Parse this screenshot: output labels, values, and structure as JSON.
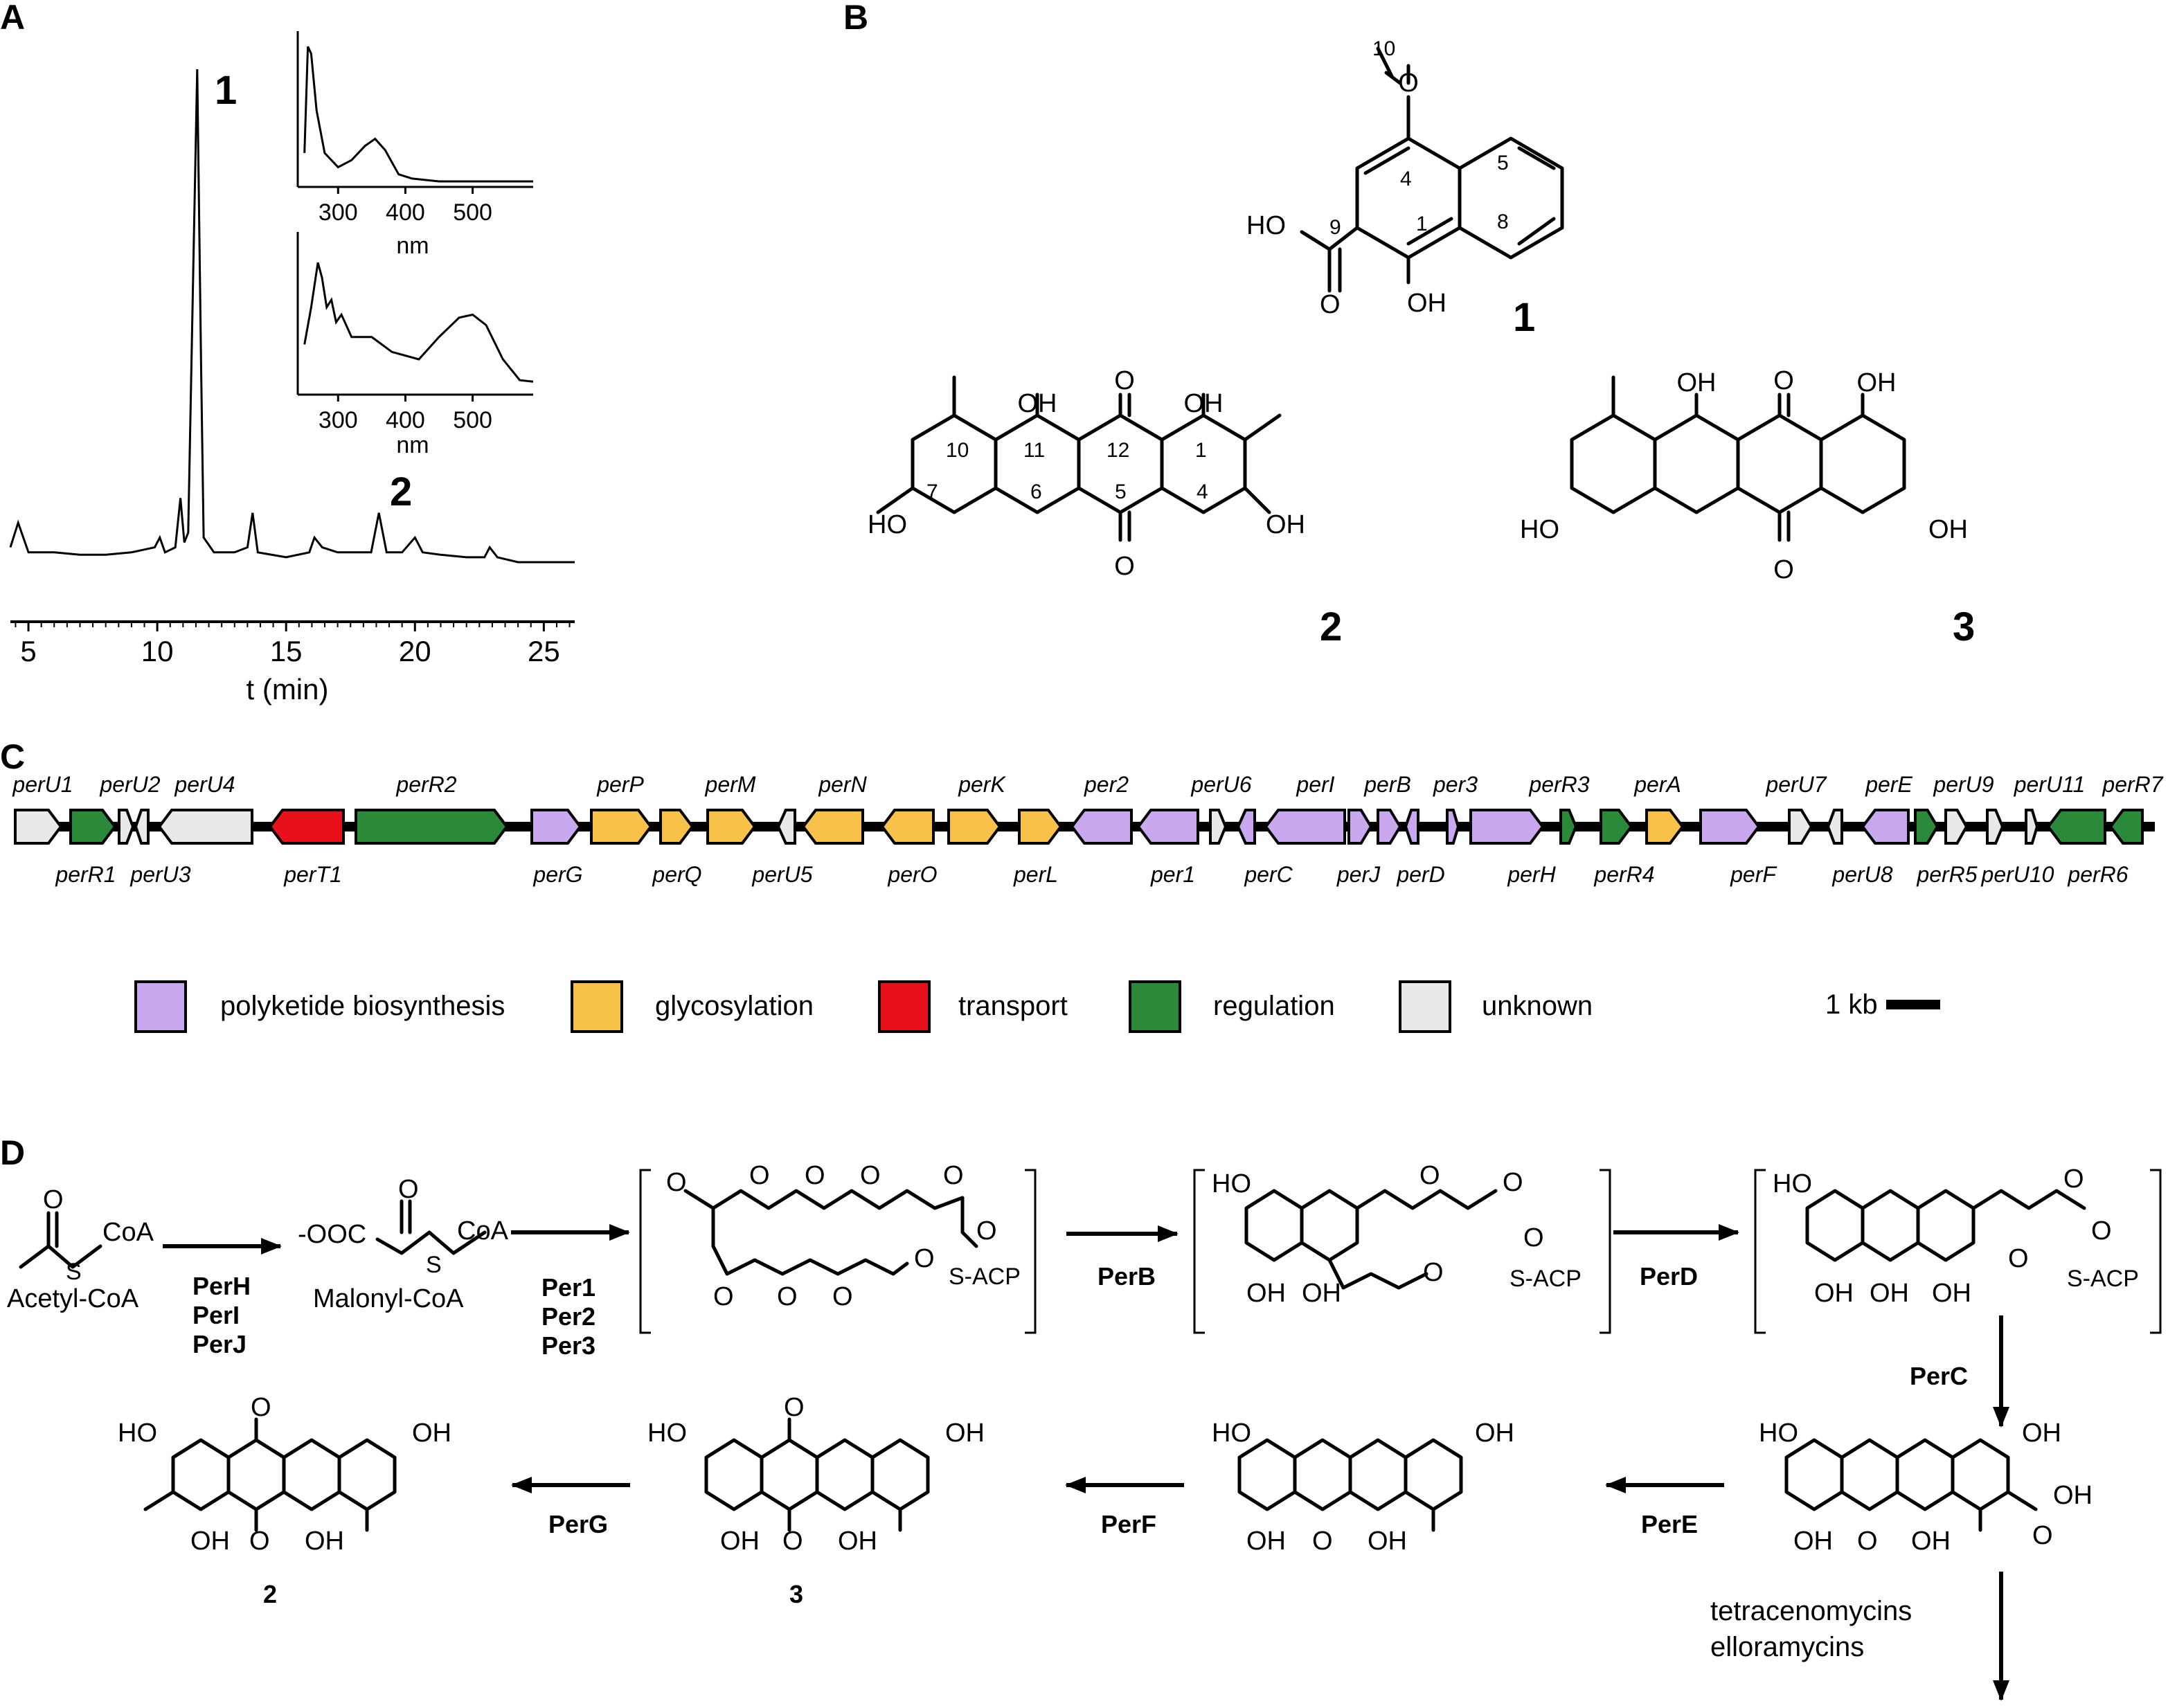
{
  "panels": {
    "a": "A",
    "b": "B",
    "c": "C",
    "d": "D"
  },
  "panel_a": {
    "chart_data": {
      "type": "line",
      "xlabel": "t (min)",
      "x_ticks": [
        "5",
        "10",
        "15",
        "20",
        "25"
      ],
      "xlim": [
        4.3,
        26.2
      ],
      "peaks": [
        {
          "label": "1",
          "x": 11.5
        },
        {
          "label": "2",
          "x": 18.6
        }
      ],
      "trace": [
        [
          4.3,
          0.03
        ],
        [
          4.6,
          0.08
        ],
        [
          5.0,
          0.02
        ],
        [
          6,
          0.02
        ],
        [
          7,
          0.015
        ],
        [
          8,
          0.015
        ],
        [
          9,
          0.02
        ],
        [
          9.9,
          0.03
        ],
        [
          10.1,
          0.05
        ],
        [
          10.3,
          0.02
        ],
        [
          10.7,
          0.03
        ],
        [
          10.9,
          0.13
        ],
        [
          11.05,
          0.04
        ],
        [
          11.2,
          0.06
        ],
        [
          11.4,
          0.6
        ],
        [
          11.55,
          1.0
        ],
        [
          11.7,
          0.4
        ],
        [
          11.8,
          0.05
        ],
        [
          12.2,
          0.02
        ],
        [
          13,
          0.02
        ],
        [
          13.5,
          0.03
        ],
        [
          13.7,
          0.1
        ],
        [
          13.9,
          0.02
        ],
        [
          15,
          0.01
        ],
        [
          15.9,
          0.02
        ],
        [
          16.1,
          0.05
        ],
        [
          16.4,
          0.03
        ],
        [
          17,
          0.02
        ],
        [
          18.3,
          0.02
        ],
        [
          18.6,
          0.1
        ],
        [
          18.9,
          0.02
        ],
        [
          19.5,
          0.02
        ],
        [
          20.0,
          0.05
        ],
        [
          20.3,
          0.02
        ],
        [
          21,
          0.015
        ],
        [
          22,
          0.01
        ],
        [
          22.7,
          0.01
        ],
        [
          22.9,
          0.03
        ],
        [
          23.2,
          0.01
        ],
        [
          24,
          0.0
        ],
        [
          25,
          0.0
        ],
        [
          26.2,
          0.0
        ]
      ]
    },
    "inset1": {
      "x_ticks": [
        "300",
        "400",
        "500"
      ],
      "xlabel": "nm",
      "spectrum": [
        [
          250,
          0.2
        ],
        [
          255,
          0.95
        ],
        [
          260,
          0.9
        ],
        [
          268,
          0.5
        ],
        [
          280,
          0.2
        ],
        [
          300,
          0.1
        ],
        [
          320,
          0.15
        ],
        [
          340,
          0.25
        ],
        [
          355,
          0.3
        ],
        [
          370,
          0.22
        ],
        [
          390,
          0.05
        ],
        [
          410,
          0.02
        ],
        [
          450,
          0.0
        ],
        [
          500,
          0.0
        ],
        [
          550,
          0.0
        ],
        [
          590,
          0.0
        ]
      ]
    },
    "inset2": {
      "x_ticks": [
        "300",
        "400",
        "500"
      ],
      "xlabel": "nm",
      "spectrum": [
        [
          250,
          0.3
        ],
        [
          260,
          0.55
        ],
        [
          270,
          0.85
        ],
        [
          276,
          0.75
        ],
        [
          283,
          0.55
        ],
        [
          290,
          0.6
        ],
        [
          297,
          0.45
        ],
        [
          305,
          0.5
        ],
        [
          320,
          0.35
        ],
        [
          350,
          0.35
        ],
        [
          380,
          0.25
        ],
        [
          420,
          0.2
        ],
        [
          450,
          0.35
        ],
        [
          480,
          0.48
        ],
        [
          500,
          0.5
        ],
        [
          520,
          0.43
        ],
        [
          545,
          0.2
        ],
        [
          570,
          0.06
        ],
        [
          590,
          0.05
        ]
      ]
    }
  },
  "panel_b": {
    "c1": {
      "label": "1",
      "atoms": [
        "HO",
        "O",
        "OH",
        "O"
      ],
      "nums": [
        "10",
        "4",
        "5",
        "9",
        "1",
        "8"
      ]
    },
    "c2": {
      "label": "2",
      "atoms": [
        "OH",
        "O",
        "OH",
        "HO",
        "OH",
        "O"
      ],
      "nums": [
        "10",
        "11",
        "12",
        "1",
        "7",
        "6",
        "5",
        "4"
      ]
    },
    "c3": {
      "label": "3",
      "atoms": [
        "OH",
        "O",
        "OH",
        "HO",
        "OH",
        "O"
      ]
    }
  },
  "panel_c": {
    "genes_top": [
      "perU1",
      "perU2",
      "perU4",
      "perR2",
      "perP",
      "perM",
      "perN",
      "perK",
      "per2",
      "perU6",
      "perI",
      "perB",
      "per3",
      "perR3",
      "perA",
      "perU7",
      "perE",
      "perU9",
      "perU11",
      "perR7"
    ],
    "genes_bottom": [
      "perR1",
      "perU3",
      "perT1",
      "perG",
      "perQ",
      "perU5",
      "perO",
      "perL",
      "per1",
      "perC",
      "perJ",
      "perD",
      "perH",
      "perR4",
      "perF",
      "perU8",
      "perR5",
      "perU10",
      "perR6"
    ],
    "legend": [
      {
        "label": "polyketide biosynthesis",
        "color": "#c9a8f0"
      },
      {
        "label": "glycosylation",
        "color": "#f7c14a"
      },
      {
        "label": "transport",
        "color": "#e8101a"
      },
      {
        "label": "regulation",
        "color": "#2b8a3a"
      },
      {
        "label": "unknown",
        "color": "#e9e9e9"
      }
    ],
    "scale_label": "1 kb"
  },
  "panel_d": {
    "substrates": {
      "acetyl": "Acetyl-CoA",
      "malonyl": "Malonyl-CoA",
      "coa": "CoA",
      "s": "S",
      "ooc": "-OOC"
    },
    "enzymes_1": [
      "PerH",
      "PerI",
      "PerJ"
    ],
    "enzymes_2": [
      "Per1",
      "Per2",
      "Per3"
    ],
    "enzyme_b": "PerB",
    "enzyme_d": "PerD",
    "enzyme_c": "PerC",
    "enzyme_e": "PerE",
    "enzyme_f": "PerF",
    "enzyme_g": "PerG",
    "acp": "S-ACP",
    "products": [
      "tetracenomycins",
      "elloramycins"
    ],
    "label_2": "2",
    "label_3": "3",
    "atoms": {
      "o": "O",
      "ho": "HO",
      "oh": "OH"
    }
  }
}
